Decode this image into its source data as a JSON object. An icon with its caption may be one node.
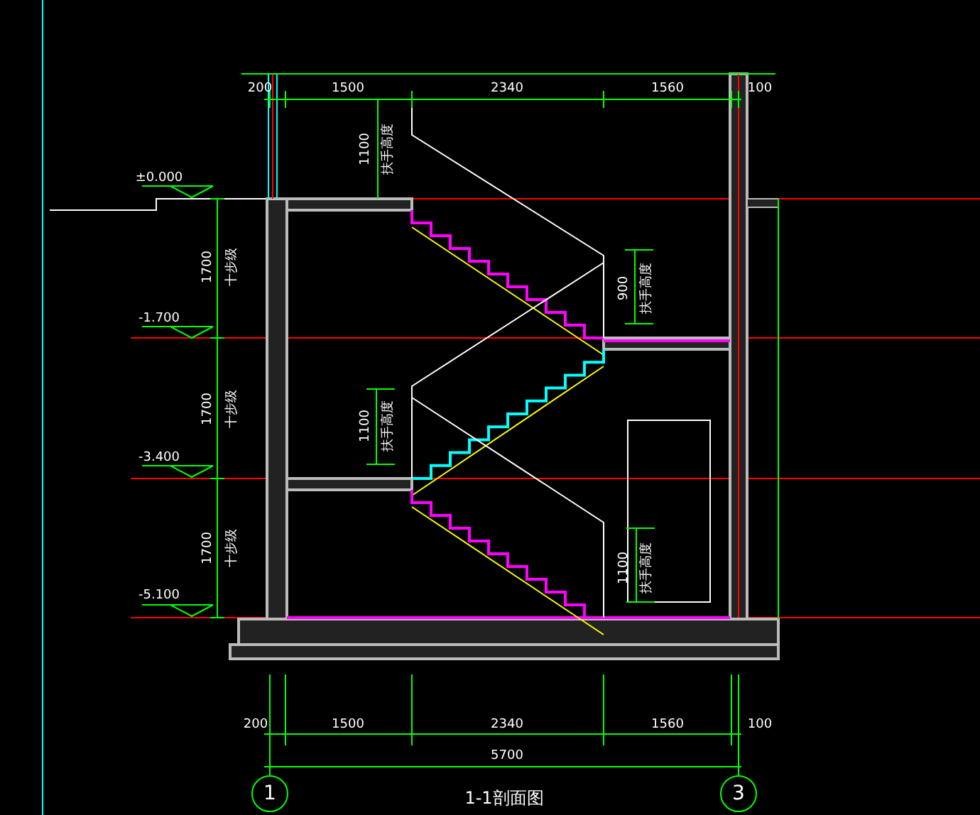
{
  "diagram": {
    "nodes": [
      {
        "text": [
          "1"
        ]
      },
      {
        "text": [
          "3"
        ]
      }
    ],
    "labels": [
      "200",
      "1500",
      "2340",
      "1560",
      "100",
      "±0.000",
      "1100",
      "扶手高度",
      "1700",
      "十步级",
      "-1.700",
      "900",
      "扶手高度",
      "1700",
      "十步级",
      "1100",
      "扶手高度",
      "-3.400",
      "1700",
      "十步级",
      "1100",
      "扶手高度",
      "-5.100",
      "200",
      "1500",
      "2340",
      "1560",
      "100",
      "5700",
      "1-1剖面图"
    ]
  }
}
